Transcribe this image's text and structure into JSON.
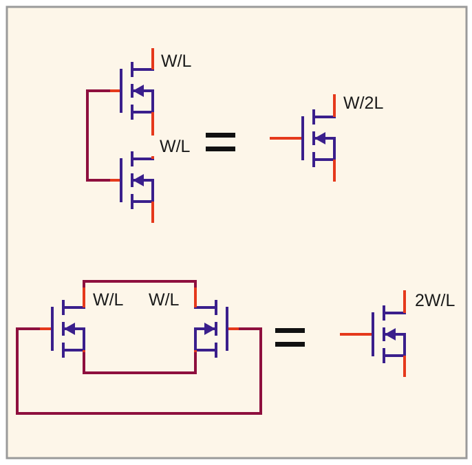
{
  "colors": {
    "background": "#fdf6e9",
    "frame": "#9a9a9a",
    "transistor": "#3a1f8c",
    "lead": "#e5391c",
    "wire": "#8e0f3e",
    "text": "#1a1a1a"
  },
  "series_example": {
    "top_transistor_label": "W/L",
    "bottom_transistor_label": "W/L",
    "equivalent_label": "W/2L"
  },
  "parallel_example": {
    "left_transistor_label": "W/L",
    "right_transistor_label": "W/L",
    "equivalent_label": "2W/L"
  }
}
